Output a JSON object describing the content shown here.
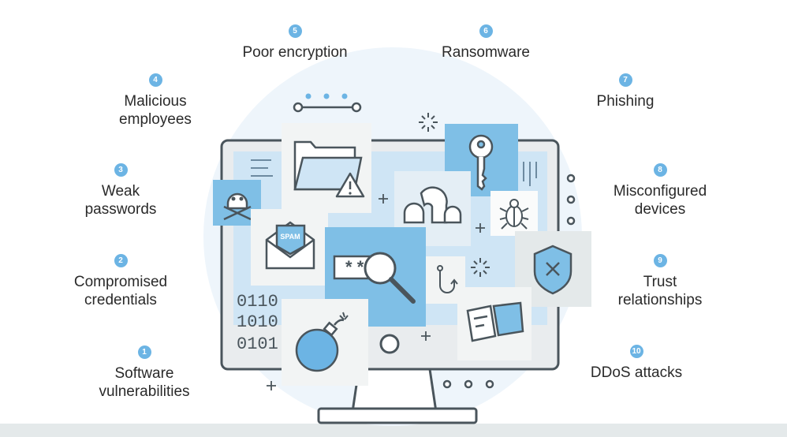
{
  "colors": {
    "accent": "#6cb4e4",
    "tile_blue": "#7fbfe6",
    "tile_light": "#f2f4f4",
    "outline": "#4a555c",
    "screen": "#cfe5f5"
  },
  "threats": [
    {
      "number": "1",
      "text": "Software\nvulnerabilities"
    },
    {
      "number": "2",
      "text": "Compromised\ncredentials"
    },
    {
      "number": "3",
      "text": "Weak\npasswords"
    },
    {
      "number": "4",
      "text": "Malicious\nemployees"
    },
    {
      "number": "5",
      "text": "Poor encryption"
    },
    {
      "number": "6",
      "text": "Ransomware"
    },
    {
      "number": "7",
      "text": "Phishing"
    },
    {
      "number": "8",
      "text": "Misconfigured\ndevices"
    },
    {
      "number": "9",
      "text": "Trust\nrelationships"
    },
    {
      "number": "10",
      "text": "DDoS attacks"
    }
  ],
  "illustration": {
    "spam_label": "SPAM",
    "binary": [
      "0110",
      "1010",
      "0101"
    ],
    "password_mask": "* * *",
    "icons": [
      "skull-icon",
      "folder-icon",
      "warning-icon",
      "key-icon",
      "worm-icon",
      "bug-icon",
      "envelope-icon",
      "magnifier-icon",
      "hook-icon",
      "shield-icon",
      "credit-card-icon",
      "bomb-icon"
    ]
  }
}
